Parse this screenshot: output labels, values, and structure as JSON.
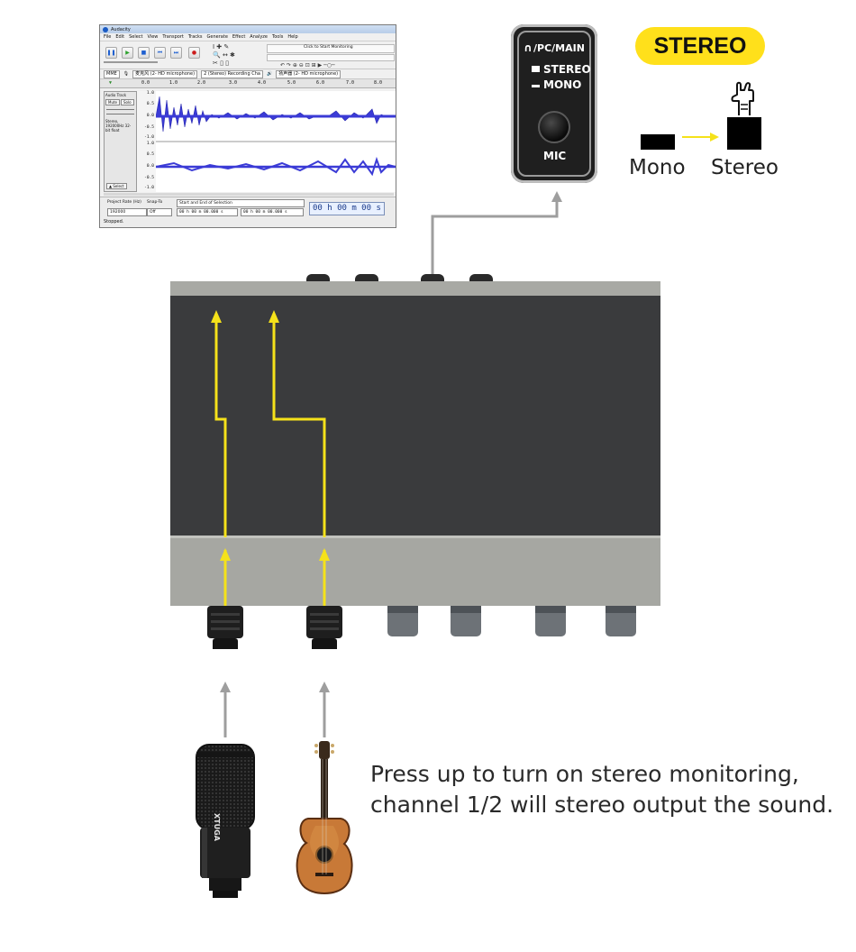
{
  "audacity": {
    "title": "Audacity",
    "menu": [
      "File",
      "Edit",
      "Select",
      "View",
      "Transport",
      "Tracks",
      "Generate",
      "Effect",
      "Analyze",
      "Tools",
      "Help"
    ],
    "monitor_hint": "Click to Start Monitoring",
    "host": "MME",
    "input_device": "麦克风 (2- HD  microphone)",
    "channels": "2 (Stereo) Recording Cha",
    "output_device": "扬声器 (2- HD  microphone)",
    "ruler_ticks": [
      "0.0",
      "1.0",
      "2.0",
      "3.0",
      "4.0",
      "5.0",
      "6.0",
      "7.0",
      "8.0"
    ],
    "scale_top": [
      "1.0",
      "0.5",
      "0.0",
      "-0.5",
      "-1.0"
    ],
    "scale_bottom": [
      "1.0",
      "0.5",
      "0.0",
      "-0.5",
      "-1.0"
    ],
    "track_name": "Audio Track",
    "mute": "Mute",
    "solo": "Solo",
    "track_info": "Stereo, 192000Hz 32-bit float",
    "select_btn": "Select",
    "project_rate_label": "Project Rate (Hz)",
    "snap_label": "Snap-To",
    "project_rate": "192000",
    "snap": "Off",
    "selection_mode": "Start and End of Selection",
    "sel_start": "00 h 00 m 00.000 s",
    "sel_end": "00 h 00 m 00.000 s",
    "time_display": "00 h 00 m 00 s",
    "status": "Stopped."
  },
  "switch_panel": {
    "top_label": "/PC/MAIN",
    "stereo": "STEREO",
    "mono": "MONO",
    "mic": "MIC"
  },
  "badge": "STEREO",
  "legend": {
    "mono": "Mono",
    "stereo": "Stereo"
  },
  "caption": [
    "Press up to turn on stereo monitoring,",
    "channel 1/2 will stereo output the sound."
  ],
  "mic_brand": "XTUGA",
  "colors": {
    "accent_yellow": "#ffe01b",
    "arrow_yellow": "#f5e21a",
    "device_dark": "#3a3b3d",
    "device_gray": "#a6a7a2"
  }
}
